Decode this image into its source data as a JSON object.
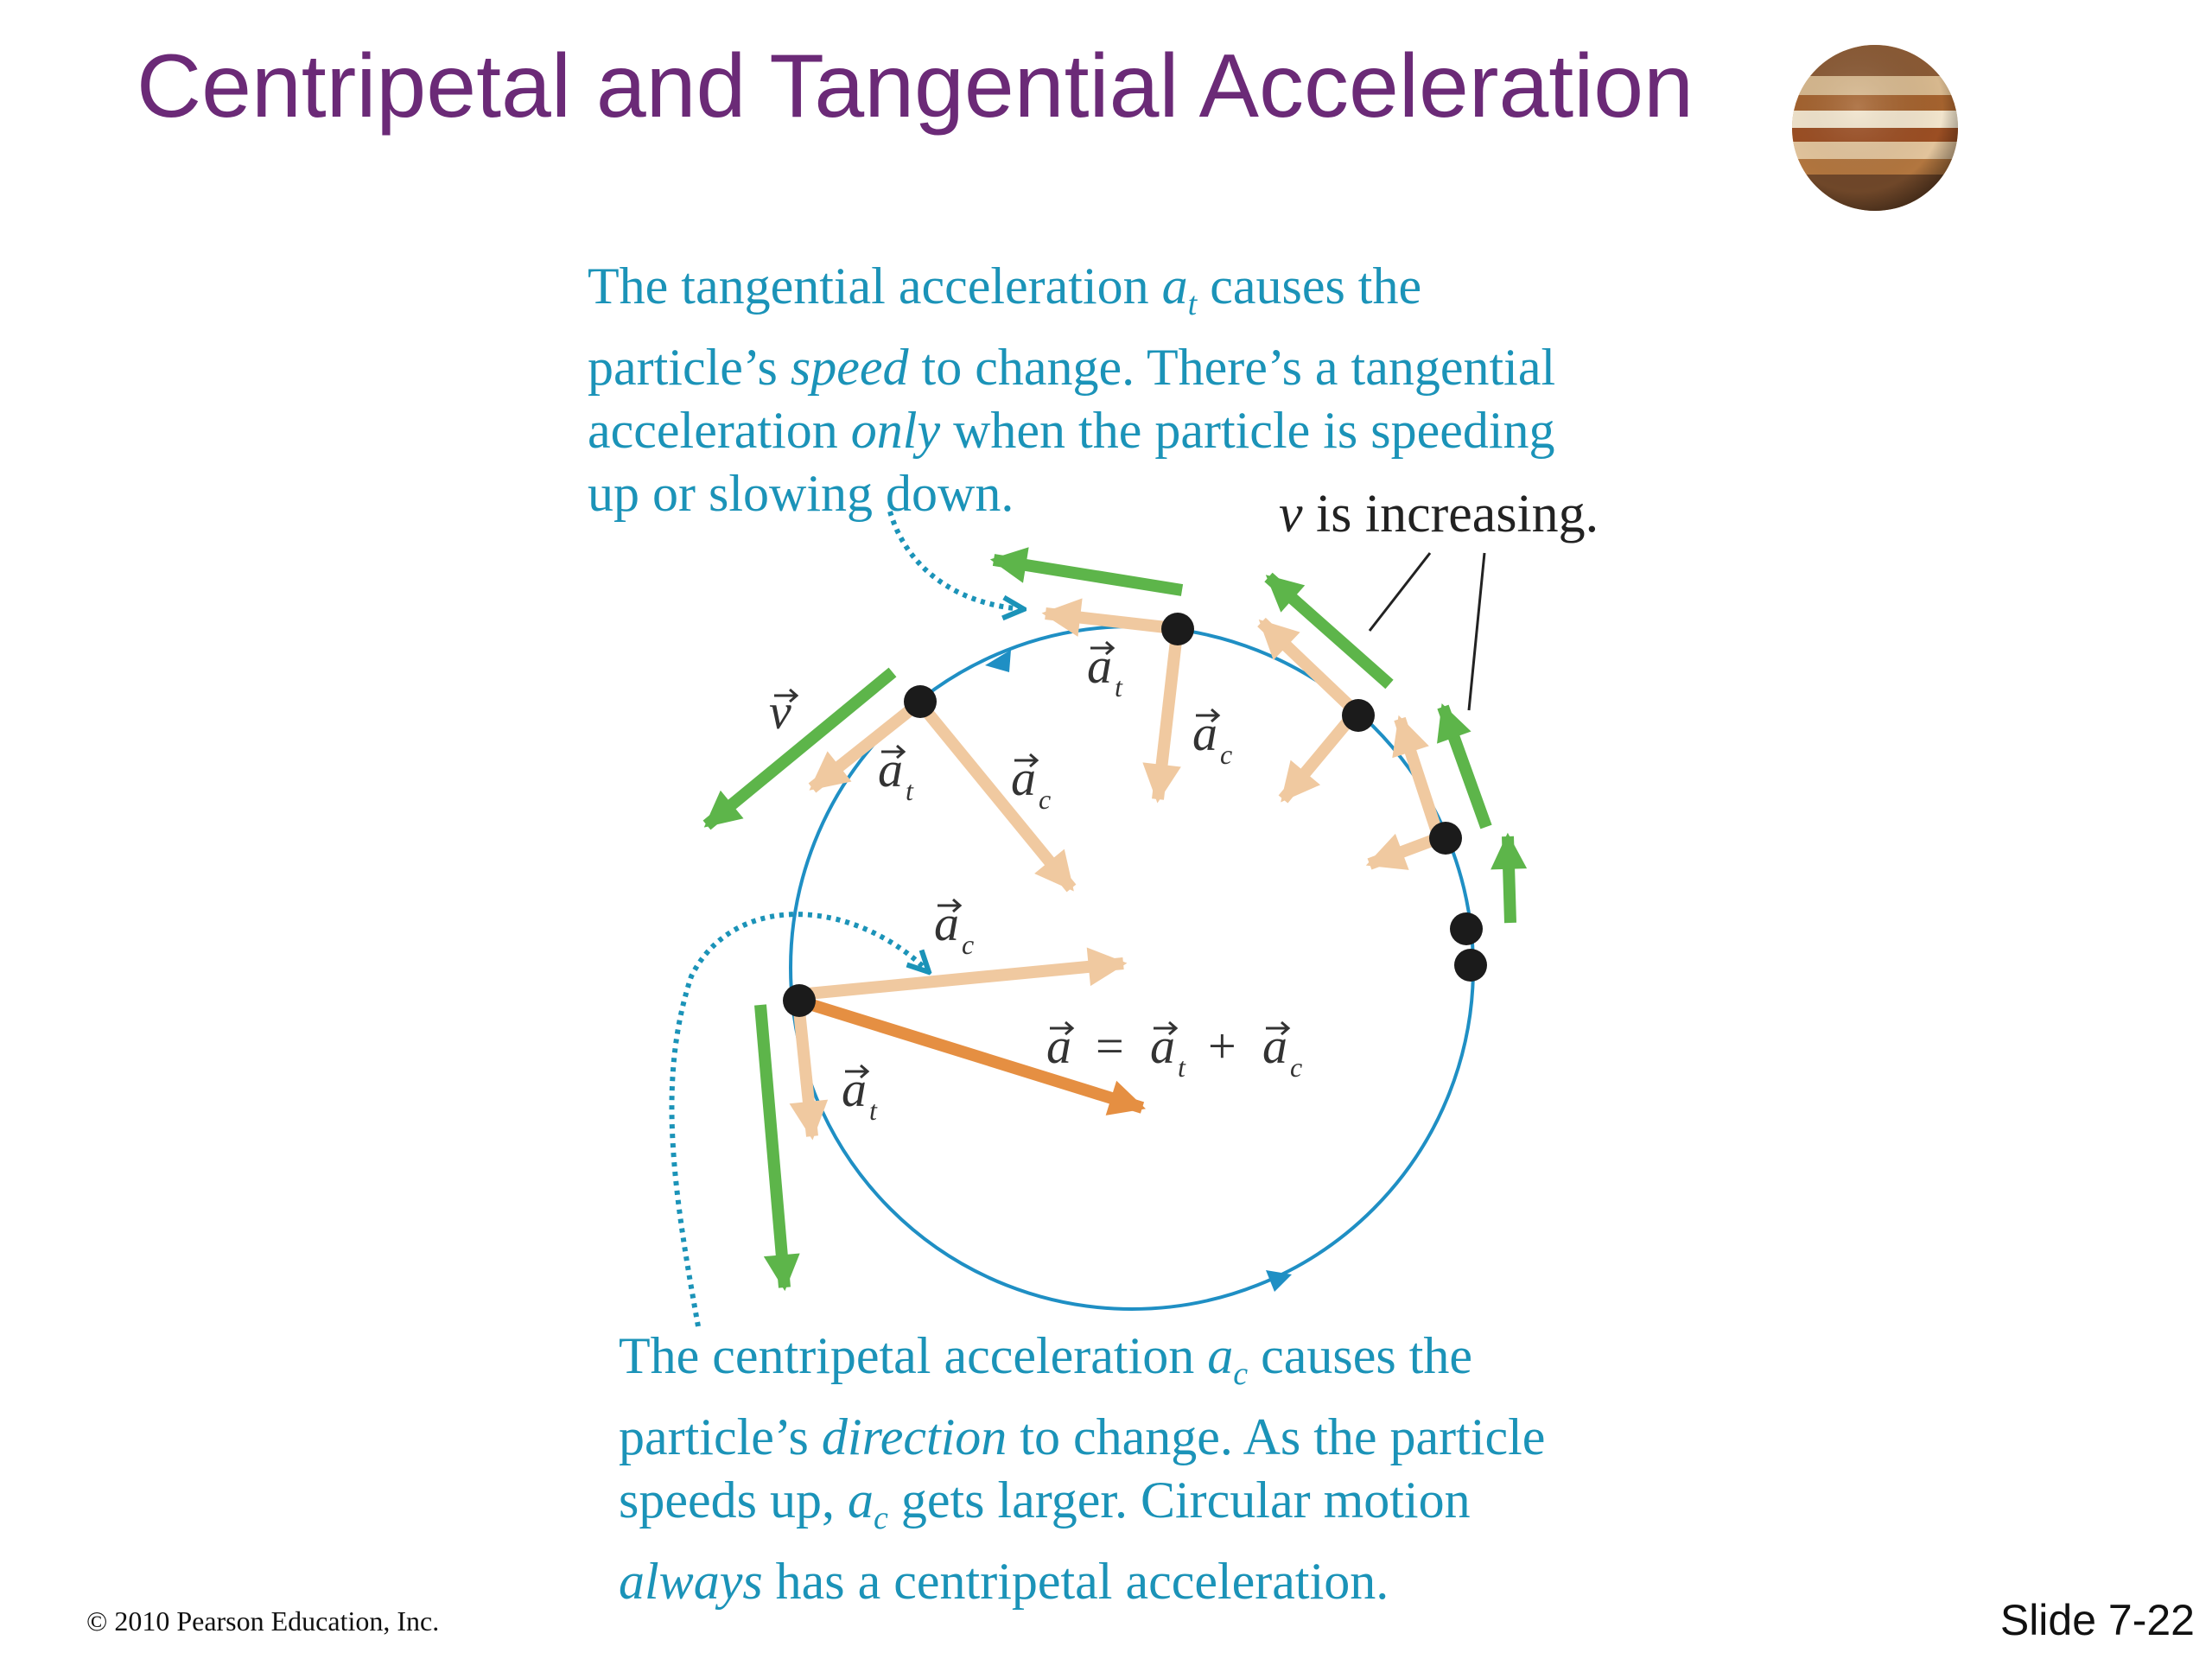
{
  "slide": {
    "title": "Centripetal and Tangential Acceleration",
    "copyright": "© 2010 Pearson Education, Inc.",
    "slide_number": "Slide 7-22",
    "title_color": "#6b2a77"
  },
  "decoration": {
    "planet_icon": "jupiter-icon"
  },
  "diagram": {
    "top_caption": {
      "line1_a": "The tangential acceleration ",
      "line1_sym": "a",
      "line1_sub": "t",
      "line1_b": " causes the",
      "line2_a": "particle’s ",
      "line2_em": "speed",
      "line2_b": " to change. There’s a tangential",
      "line3_a": "acceleration ",
      "line3_em": "only",
      "line3_b": " when the particle is speeding",
      "line4": "up or slowing down."
    },
    "bottom_caption": {
      "line1_a": "The centripetal acceleration ",
      "line1_sym": "a",
      "line1_sub": "c",
      "line1_b": " causes the",
      "line2_a": "particle’s ",
      "line2_em": "direction",
      "line2_b": " to change. As the particle",
      "line3_a": "speeds up, ",
      "line3_sym": "a",
      "line3_sub": "c",
      "line3_b": " gets larger. Circular motion",
      "line4_em": "always",
      "line4_b": " has a centripetal acceleration."
    },
    "increasing_label": {
      "sym": "v",
      "text": " is increasing."
    },
    "labels": {
      "v": "v",
      "a": "a",
      "t": "t",
      "c": "c",
      "equals": "=",
      "plus": "+"
    },
    "colors": {
      "caption": "#1b93b8",
      "circle": "#1f8fc4",
      "velocity": "#5db54a",
      "component": "#f0c9a0",
      "net_acceleration": "#e58f42",
      "particle": "#1b1b1b"
    }
  }
}
